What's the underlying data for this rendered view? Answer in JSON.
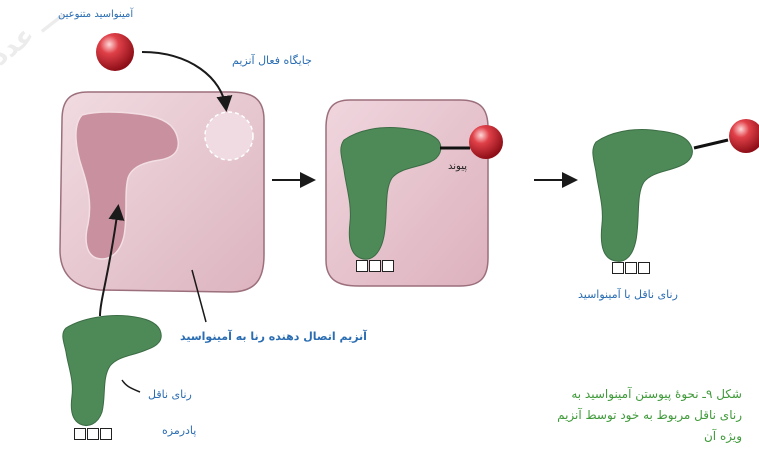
{
  "labels": {
    "amino_acid_various": "آمینواسید متنوعین",
    "enzyme_active_site": "جایگاه فعال آنزیم",
    "bond": "پیوند",
    "enzyme_name": "آنزیم اتصال دهنده رنا به آمینواسید",
    "trna_with_amino_acid": "رنای ناقل با آمینواسید",
    "trna": "رنای ناقل",
    "anticodon": "پادرمزه"
  },
  "caption": {
    "line1": "شکل ۹ـ نحوهٔ پیوستن آمینواسید به",
    "line2": "رنای ناقل مربوط به خود توسط آنزیم",
    "line3": "ویژه آن"
  },
  "watermark": "ـــ عدد",
  "colors": {
    "enzyme_fill": "#e7c6cf",
    "enzyme_stroke": "#9c6f7c",
    "trna_green": "#4e8a58",
    "amino_red": "#c8202a",
    "label_blue": "#2a6db3",
    "caption_green": "#3f9a3a"
  }
}
